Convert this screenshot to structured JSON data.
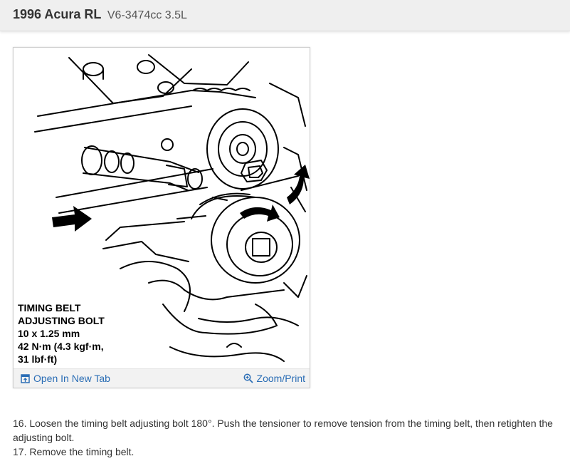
{
  "header": {
    "model": "1996 Acura RL",
    "engine": "V6-3474cc 3.5L"
  },
  "figure": {
    "callout_lines": [
      "TIMING BELT",
      "ADJUSTING BOLT",
      "10 x 1.25 mm",
      "42 N·m (4.3 kgf·m,",
      "31 lbf·ft)"
    ],
    "open_link": "Open In New Tab",
    "zoom_link": "Zoom/Print",
    "icons": {
      "open": "open-in-new-tab-icon",
      "zoom": "zoom-in-icon"
    },
    "accent": "#2a6db5"
  },
  "steps": [
    "16. Loosen the timing belt adjusting bolt 180°. Push the tensioner to remove tension from the timing belt, then retighten the adjusting bolt.",
    "17. Remove the timing belt."
  ]
}
